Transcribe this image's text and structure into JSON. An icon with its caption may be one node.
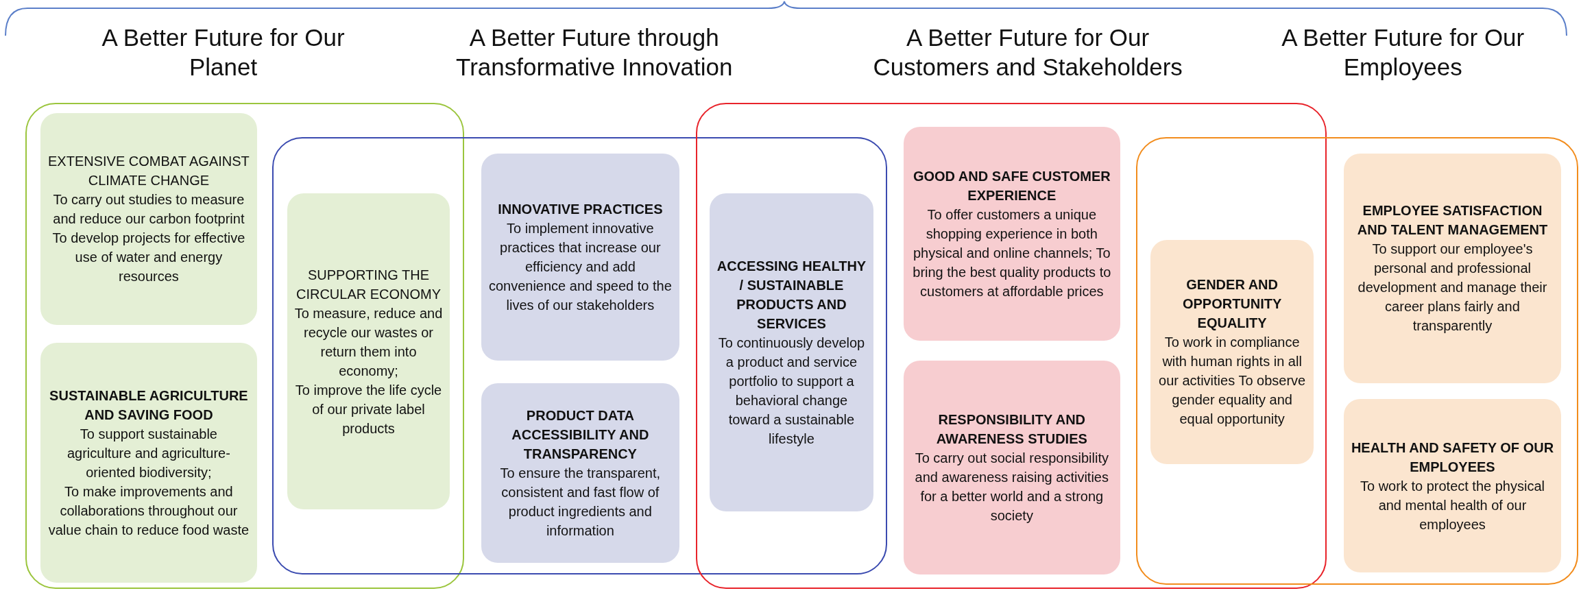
{
  "diagram": {
    "nodes": [
      {
        "text": [
          "A Better Future for Our Planet"
        ]
      },
      {
        "text": [
          "A Better Future through Transformative Innovation"
        ]
      },
      {
        "text": [
          "A Better Future for Our Customers and Stakeholders"
        ]
      },
      {
        "text": [
          "A Better Future for Our Employees"
        ]
      },
      {
        "text": [
          "EXTENSIVE COMBAT AGAINST CLIMATE CHANGE",
          "To carry out studies to measure and reduce our carbon footprint",
          "To develop projects for effective use of water and energy resources"
        ],
        "in": 0
      },
      {
        "text": [
          "SUSTAINABLE AGRICULTURE AND SAVING FOOD",
          "To support sustainable agriculture and agriculture-oriented biodiversity;",
          "To make improvements and collaborations throughout our value chain to reduce food waste"
        ],
        "in": 0
      },
      {
        "text": [
          "SUPPORTING THE CIRCULAR ECONOMY",
          "To measure, reduce and recycle our wastes or return them into economy;",
          "To improve the life cycle of our private label products"
        ]
      },
      {
        "text": [
          "INNOVATIVE PRACTICES",
          "To implement innovative practices that increase our efficiency and add convenience and speed to the lives of our stakeholders"
        ],
        "in": 1
      },
      {
        "text": [
          "PRODUCT DATA ACCESSIBILITY AND TRANSPARENCY",
          "To ensure the transparent, consistent and fast flow of product ingredients and information"
        ],
        "in": 1
      },
      {
        "text": [
          "ACCESSING HEALTHY / SUSTAINABLE PRODUCTS AND SERVICES",
          "To continuously develop a product and service portfolio to support a behavioral change toward a sustainable lifestyle"
        ]
      },
      {
        "text": [
          "GOOD AND SAFE CUSTOMER EXPERIENCE",
          "To offer customers a unique shopping experience in both physical and online channels; To bring the best quality products to customers at affordable prices"
        ],
        "in": 2
      },
      {
        "text": [
          "RESPONSIBILITY AND AWARENESS STUDIES",
          "To carry out social responsibility and awareness raising activities for a better world and a strong society"
        ],
        "in": 2
      },
      {
        "text": [
          "GENDER AND OPPORTUNITY EQUALITY",
          "To work in compliance with human rights in all our activities  To observe gender equality and equal opportunity"
        ]
      },
      {
        "text": [
          "EMPLOYEE SATISFACTION AND TALENT MANAGEMENT",
          "To support our employee's personal and professional development and manage their career plans fairly and transparently"
        ],
        "in": 3
      },
      {
        "text": [
          "HEALTH AND SAFETY OF OUR EMPLOYEES",
          "To work to protect the physical and mental health of our employees"
        ],
        "in": 3
      }
    ]
  }
}
